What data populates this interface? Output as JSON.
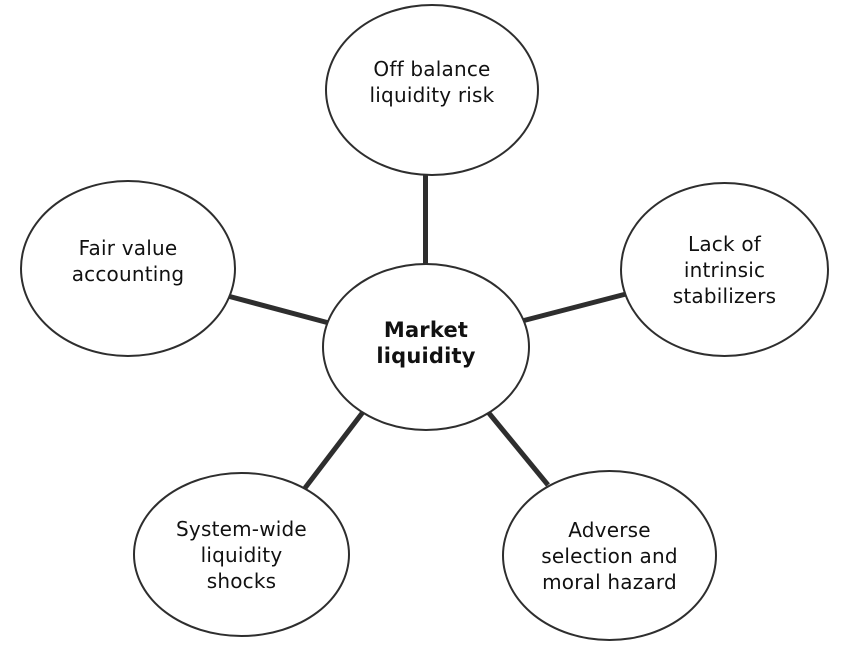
{
  "diagram": {
    "title": "Market liquidity factors diagram",
    "colors": {
      "stroke": "#2e2e2e",
      "text": "#111111",
      "fill": "#ffffff",
      "background": "#ffffff"
    },
    "center": {
      "id": "market-liquidity",
      "lines": [
        "Market",
        "liquidity"
      ]
    },
    "nodes": [
      {
        "id": "off-balance-liquidity-risk",
        "position": "top",
        "lines": [
          "Off balance",
          "liquidity risk"
        ]
      },
      {
        "id": "lack-of-intrinsic-stabilizers",
        "position": "right",
        "lines": [
          "Lack of",
          "intrinsic",
          "stabilizers"
        ]
      },
      {
        "id": "adverse-selection-and-moral-hazard",
        "position": "bottom-right",
        "lines": [
          "Adverse",
          "selection and",
          "moral hazard"
        ]
      },
      {
        "id": "system-wide-liquidity-shocks",
        "position": "bottom-left",
        "lines": [
          "System-wide",
          "liquidity",
          "shocks"
        ]
      },
      {
        "id": "fair-value-accounting",
        "position": "left",
        "lines": [
          "Fair value",
          "accounting"
        ]
      }
    ]
  }
}
